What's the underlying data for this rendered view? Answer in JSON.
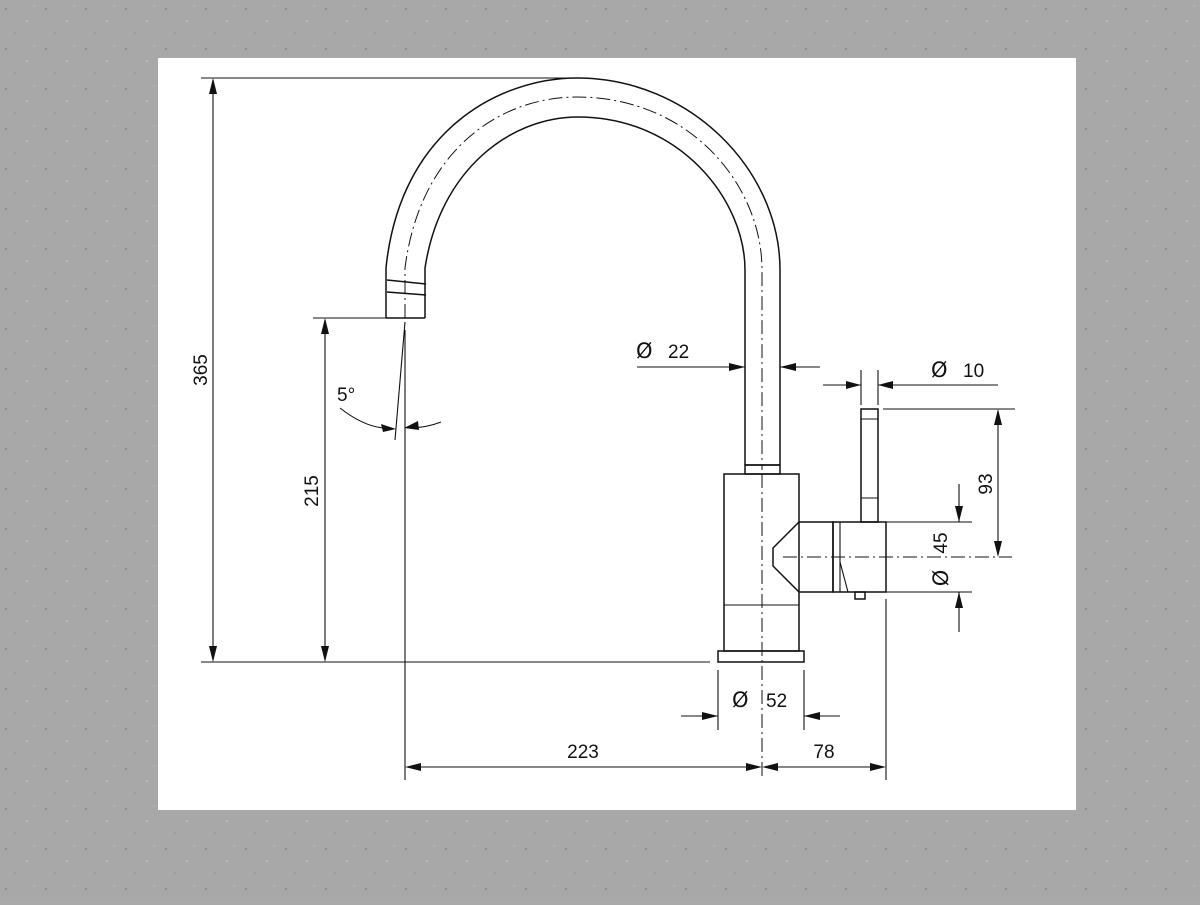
{
  "drawing": {
    "background_color": "#a9a9a9",
    "sheet_color": "#ffffff",
    "line_color": "#111111",
    "diameter_symbol": "Ø",
    "dimensions": {
      "overall_height": "365",
      "spout_outlet_height": "215",
      "spout_angle": "5°",
      "spout_tube_diameter": "22",
      "lever_diameter": "10",
      "lever_height": "93",
      "handle_body_diameter": "45",
      "base_diameter": "52",
      "spout_reach": "223",
      "handle_projection": "78"
    }
  }
}
